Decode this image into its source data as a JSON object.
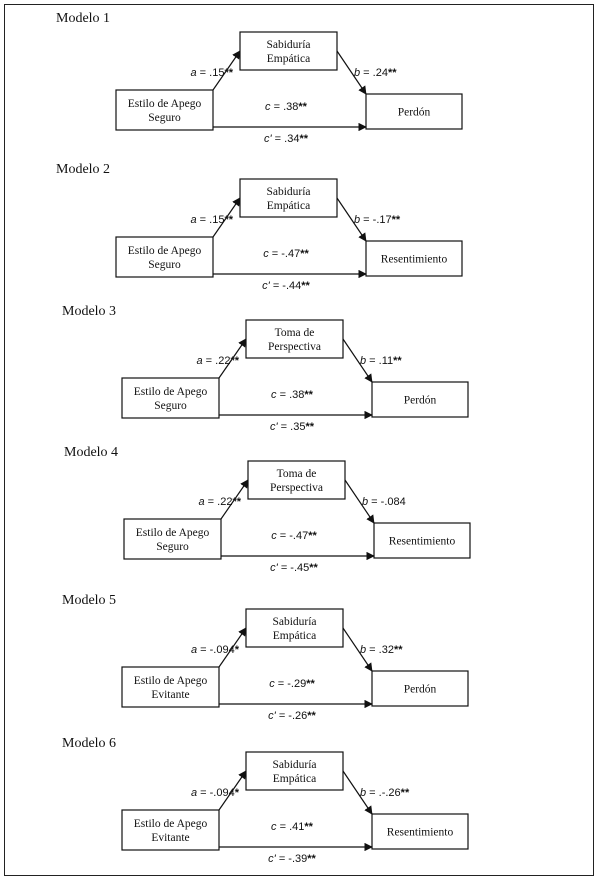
{
  "models": [
    {
      "title": "Modelo 1",
      "predictor": [
        "Estilo de Apego",
        "Seguro"
      ],
      "mediator": [
        "Sabiduría",
        "Empática"
      ],
      "outcome": [
        "Perdón"
      ],
      "a": {
        "label": "a",
        "value": " = .15",
        "sig": "**"
      },
      "b": {
        "label": "b",
        "value": " = .24",
        "sig": "**"
      },
      "c": {
        "label": "c",
        "value": " = .38",
        "sig": "**"
      },
      "cp": {
        "label": "c'",
        "value": " = .34",
        "sig": "**"
      }
    },
    {
      "title": "Modelo 2",
      "predictor": [
        "Estilo de Apego",
        "Seguro"
      ],
      "mediator": [
        "Sabiduría",
        "Empática"
      ],
      "outcome": [
        "Resentimiento"
      ],
      "a": {
        "label": "a",
        "value": " = .15",
        "sig": "**"
      },
      "b": {
        "label": "b",
        "value": " = -.17",
        "sig": "**"
      },
      "c": {
        "label": "c",
        "value": " = -.47",
        "sig": "**"
      },
      "cp": {
        "label": "c'",
        "value": " = -.44",
        "sig": "**"
      }
    },
    {
      "title": "Modelo 3",
      "predictor": [
        "Estilo de Apego",
        "Seguro"
      ],
      "mediator": [
        "Toma de",
        "Perspectiva"
      ],
      "outcome": [
        "Perdón"
      ],
      "a": {
        "label": "a",
        "value": " = .22",
        "sig": "**"
      },
      "b": {
        "label": "b",
        "value": " = .11",
        "sig": "**"
      },
      "c": {
        "label": "c",
        "value": " = .38",
        "sig": "**"
      },
      "cp": {
        "label": "c'",
        "value": " = .35",
        "sig": "**"
      }
    },
    {
      "title": "Modelo 4",
      "predictor": [
        "Estilo de Apego",
        "Seguro"
      ],
      "mediator": [
        "Toma de",
        "Perspectiva"
      ],
      "outcome": [
        "Resentimiento"
      ],
      "a": {
        "label": "a",
        "value": " = .22",
        "sig": "**"
      },
      "b": {
        "label": "b",
        "value": " = -.084",
        "sig": ""
      },
      "c": {
        "label": "c",
        "value": " = -.47",
        "sig": "**"
      },
      "cp": {
        "label": "c'",
        "value": " = -.45",
        "sig": "**"
      }
    },
    {
      "title": "Modelo 5",
      "predictor": [
        "Estilo de Apego",
        "Evitante"
      ],
      "mediator": [
        "Sabiduría",
        "Empática"
      ],
      "outcome": [
        "Perdón"
      ],
      "a": {
        "label": "a",
        "value": " = -.094",
        "sig": "*"
      },
      "b": {
        "label": "b",
        "value": " = .32",
        "sig": "**"
      },
      "c": {
        "label": "c",
        "value": " = -.29",
        "sig": "**"
      },
      "cp": {
        "label": "c'",
        "value": " = -.26",
        "sig": "**"
      }
    },
    {
      "title": "Modelo 6",
      "predictor": [
        "Estilo de Apego",
        "Evitante"
      ],
      "mediator": [
        "Sabiduría",
        "Empática"
      ],
      "outcome": [
        "Resentimiento"
      ],
      "a": {
        "label": "a",
        "value": " = -.094",
        "sig": "*"
      },
      "b": {
        "label": "b",
        "value": " = .-.26",
        "sig": "**"
      },
      "c": {
        "label": "c",
        "value": " = .41",
        "sig": "**"
      },
      "cp": {
        "label": "c'",
        "value": " = -.39",
        "sig": "**"
      }
    }
  ]
}
